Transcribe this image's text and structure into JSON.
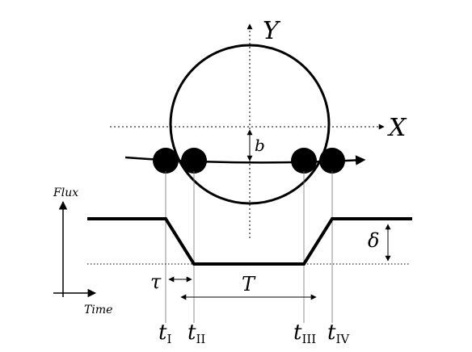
{
  "labels": {
    "y_axis": "Y",
    "x_axis": "X",
    "impact": "b",
    "flux": "Flux",
    "time": "Time",
    "depth": "δ",
    "ingress": "τ",
    "duration": "T",
    "t1_base": "t",
    "t1_sub": "I",
    "t2_base": "t",
    "t2_sub": "II",
    "t3_base": "t",
    "t3_sub": "III",
    "t4_base": "t",
    "t4_sub": "IV"
  },
  "colors": {
    "ink": "#000000",
    "guide": "#777777",
    "background": "#ffffff"
  }
}
